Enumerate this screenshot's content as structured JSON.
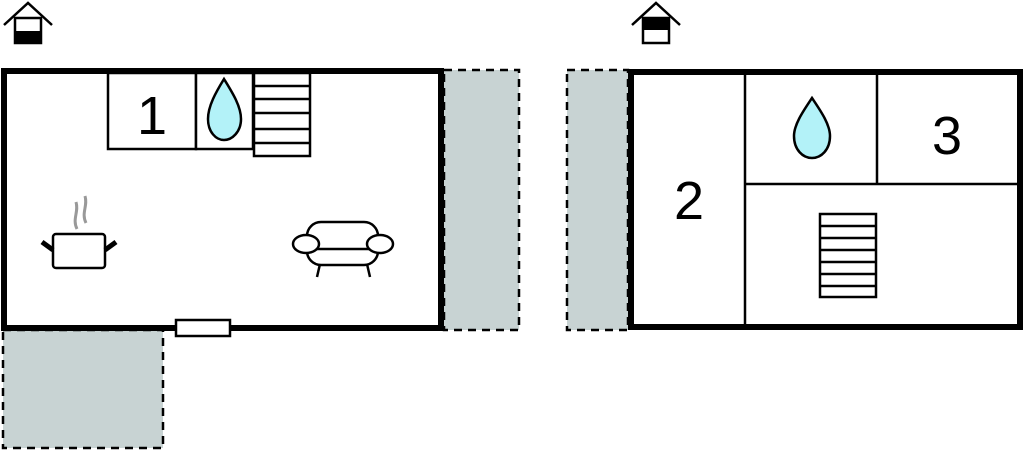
{
  "floors": [
    {
      "name": "ground-floor",
      "icon": "house-ground-floor-icon",
      "room_labels": [
        "1"
      ]
    },
    {
      "name": "upper-floor",
      "icon": "house-upper-floor-icon",
      "room_labels": [
        "2",
        "3"
      ]
    }
  ],
  "colors": {
    "terrace": "#c8d3d3",
    "water": "#b3f2f8",
    "wall": "#000000",
    "steam": "#999999"
  }
}
